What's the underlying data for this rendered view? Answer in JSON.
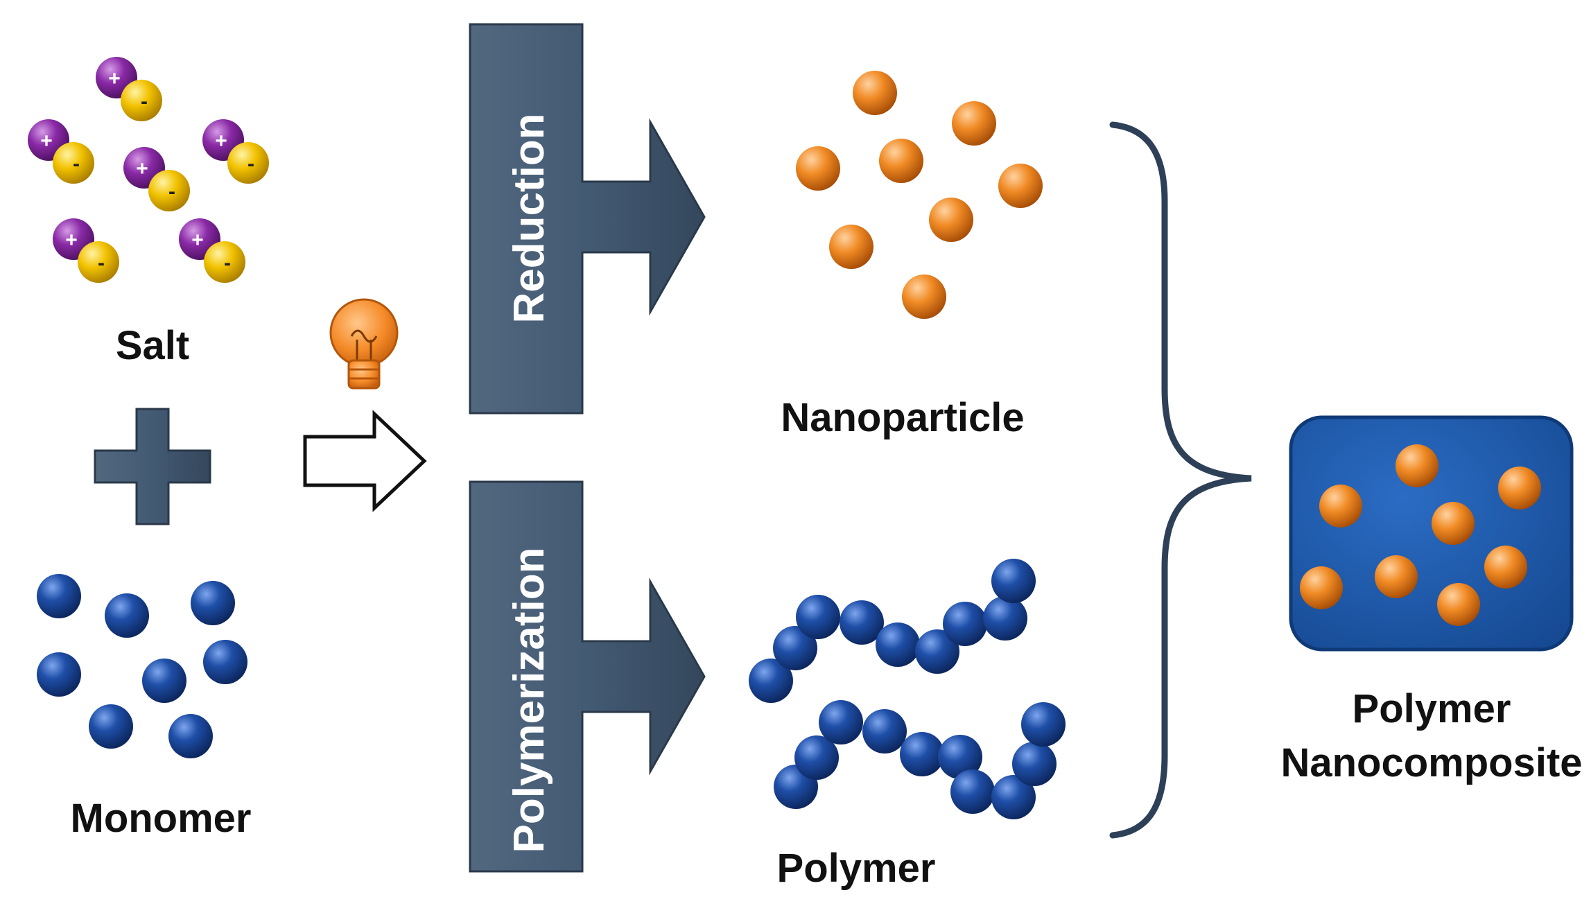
{
  "labels": {
    "salt": "Salt",
    "monomer": "Monomer",
    "nanoparticle": "Nanoparticle",
    "polymer": "Polymer",
    "composite_line1": "Polymer",
    "composite_line2": "Nanocomposite"
  },
  "process_arrows": {
    "top": "Reduction",
    "bottom": "Polymerization"
  },
  "ion_signs": {
    "cation": "+",
    "anion": "-"
  },
  "icons": {
    "plus": "plus-icon",
    "light": "light-bulb-icon",
    "arrow": "right-arrow-icon",
    "brace": "right-brace-icon"
  },
  "colors": {
    "arrow_fill": "#435a73",
    "cation": "#8a2aa6",
    "anion": "#f2c200",
    "monomer": "#1f4fa8",
    "nanoparticle": "#f08a24",
    "composite_box": "#1f5eb0",
    "brace": "#2e4057"
  }
}
